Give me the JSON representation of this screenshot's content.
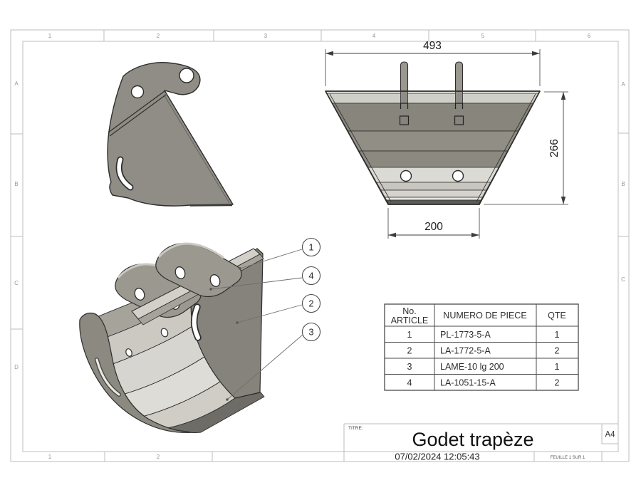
{
  "sheet": {
    "zones": {
      "top": [
        "1",
        "2",
        "3",
        "4",
        "5",
        "6"
      ],
      "bottom": [
        "1",
        "2"
      ],
      "left": [
        "A",
        "B",
        "C",
        "D"
      ],
      "right": [
        "A",
        "B",
        "C"
      ]
    },
    "dimensions": {
      "overall_width": "493",
      "overall_height": "266",
      "base_width": "200"
    },
    "balloons": [
      "1",
      "4",
      "2",
      "3"
    ],
    "bom": {
      "header": {
        "col1_line1": "No.",
        "col1_line2": "ARTICLE",
        "col2": "NUMERO DE PIECE",
        "col3": "QTE"
      },
      "rows": [
        {
          "no": "1",
          "piece": "PL-1773-5-A",
          "qte": "1"
        },
        {
          "no": "2",
          "piece": "LA-1772-5-A",
          "qte": "2"
        },
        {
          "no": "3",
          "piece": "LAME-10 lg 200",
          "qte": "1"
        },
        {
          "no": "4",
          "piece": "LA-1051-15-A",
          "qte": "2"
        }
      ]
    },
    "title_block": {
      "titre_label": "TITRE:",
      "title": "Godet trapèze",
      "paper_size": "A4",
      "datetime": "07/02/2024 12:05:43",
      "sheet_label": "FEUILLE 1 SUR 1"
    },
    "colors": {
      "outline": "#2d2d2d",
      "part_gray": "#8f8d85",
      "dark_band": "#87857c",
      "light_band": "#dbdad4",
      "frame_line": "#bcbcbc"
    }
  }
}
